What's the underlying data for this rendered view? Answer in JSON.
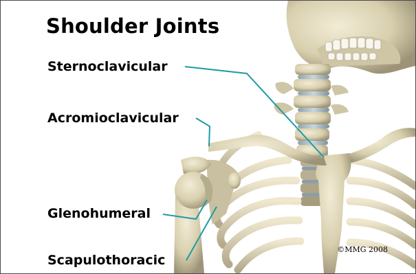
{
  "title": "Shoulder Joints",
  "labels": {
    "sternoclavicular": "Sternoclavicular",
    "acromioclavicular": "Acromioclavicular",
    "glenohumeral": "Glenohumeral",
    "scapulothoracic": "Scapulothoracic"
  },
  "copyright": "©MMG 2008",
  "colors": {
    "bone": "#ddd4b3",
    "bone_shadow": "#a89e80",
    "cartilage": "#b9c7cf",
    "leader_line": "#1f9aa3",
    "background": "#ffffff"
  }
}
